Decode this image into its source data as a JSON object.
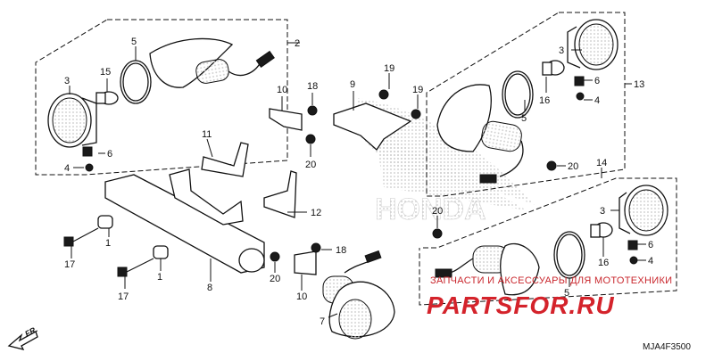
{
  "diagram": {
    "code": "MJA4F3500",
    "brand_watermark": "HONDA",
    "direction_label": "FR.",
    "callouts": [
      "1",
      "1",
      "2",
      "3",
      "3",
      "3",
      "4",
      "4",
      "5",
      "5",
      "5",
      "6",
      "6",
      "6",
      "7",
      "8",
      "9",
      "10",
      "10",
      "11",
      "12",
      "13",
      "14",
      "15",
      "16",
      "16",
      "17",
      "17",
      "18",
      "18",
      "19",
      "19",
      "20",
      "20",
      "20",
      "20"
    ]
  },
  "watermark": {
    "top_text": "ЗАПЧАСТИ И АКСЕССУАРЫ ДЛЯ МОТОТЕХНИКИ",
    "logo_text": "PARTSFOR.RU",
    "logo_color": "#d4232b"
  }
}
